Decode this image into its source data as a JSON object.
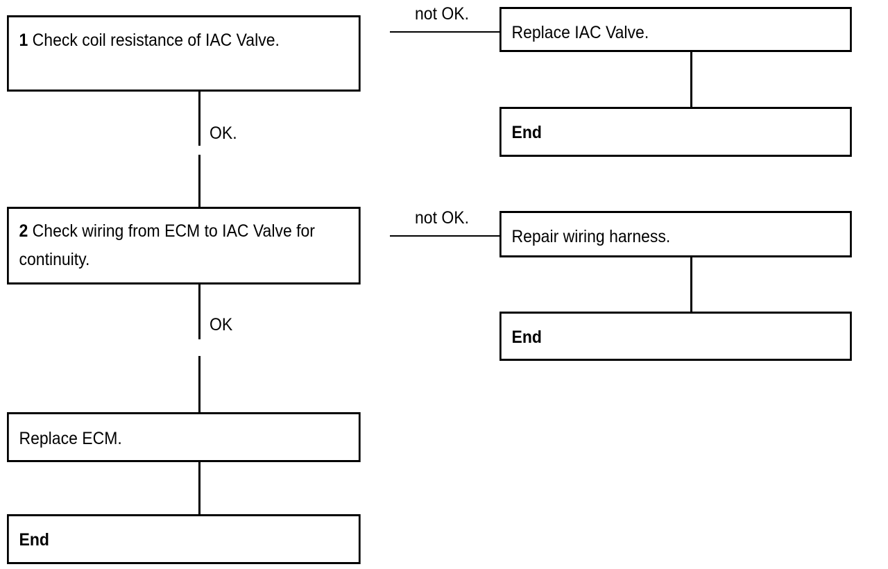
{
  "steps": [
    {
      "number": "1",
      "text": "Check coil resistance of IAC Valve."
    },
    {
      "number": "2",
      "text": "Check wiring from ECM to IAC Valve for continuity."
    }
  ],
  "actions": {
    "replace_iac_valve": "Replace IAC Valve.",
    "repair_wiring_harness": "Repair wiring harness.",
    "replace_ecm": "Replace ECM."
  },
  "end_label": "End",
  "edge_labels": {
    "step1_not_ok": "not OK.",
    "step1_ok": "OK.",
    "step2_not_ok": "not OK.",
    "step2_ok": "OK"
  }
}
